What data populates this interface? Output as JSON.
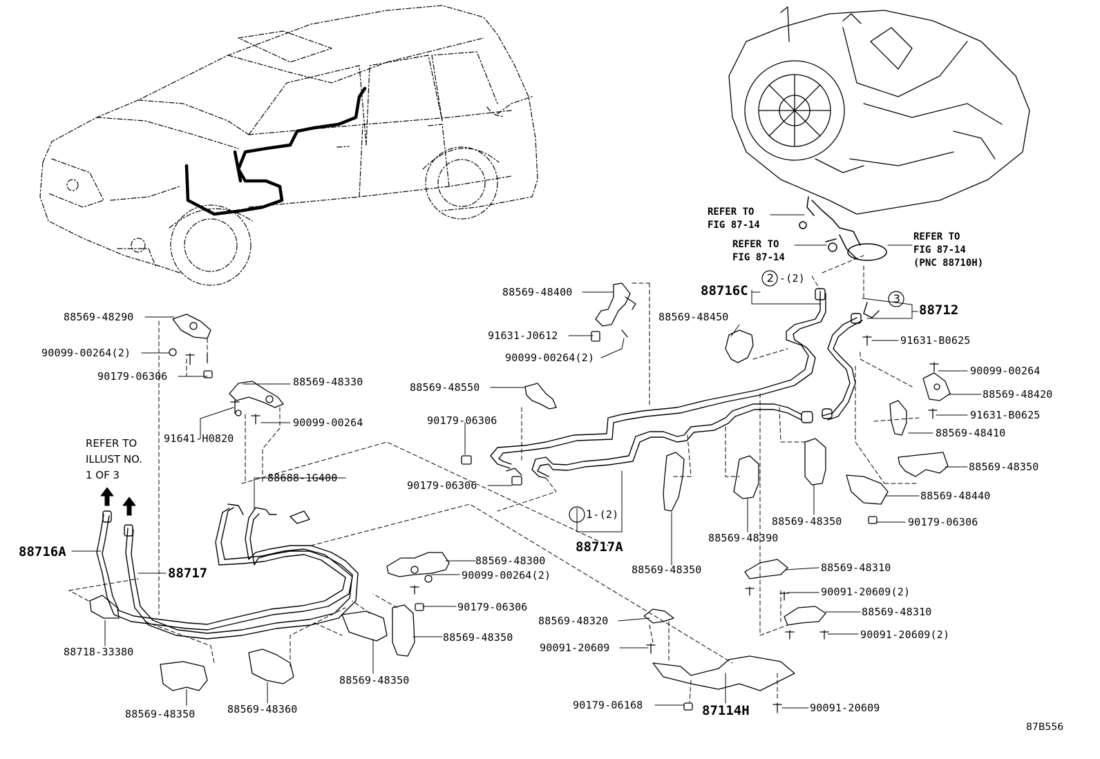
{
  "diagram_code": "87B556",
  "refer_illust": [
    "REFER TO",
    "ILLUST NO.",
    "1 OF 3"
  ],
  "refer_fig": [
    "REFER TO",
    "FIG 87-14"
  ],
  "refer_fig_pnc": [
    "REFER TO",
    "FIG 87-14",
    "(PNC 88710H)"
  ],
  "callouts": {
    "c1_num": "1",
    "c1_qty": "-(2)",
    "c2_num": "2",
    "c2_qty": "-(2)",
    "c3_num": "3"
  },
  "assemblies": {
    "a88716A": "88716A",
    "a88717": "88717",
    "a88717A": "88717A",
    "a88716C": "88716C",
    "a88712": "88712",
    "a87114H": "87114H"
  },
  "parts": {
    "p01": "88569-48290",
    "p02": "90099-00264(2)",
    "p03": "90179-06306",
    "p04": "88569-48330",
    "p05": "91641-H0820",
    "p06": "90099-00264",
    "p07": "88688-1G400",
    "p08": "88569-48400",
    "p09": "91631-J0612",
    "p10": "90099-00264(2)",
    "p11": "88569-48550",
    "p12": "90179-06306",
    "p13": "90179-06306",
    "p14": "88569-48450",
    "p15": "91631-B0625",
    "p16": "90099-00264",
    "p17": "88569-48420",
    "p18": "91631-B0625",
    "p19": "88569-48410",
    "p20": "88569-48350",
    "p21": "88569-48440",
    "p22": "90179-06306",
    "p23": "88569-48350",
    "p24": "88569-48390",
    "p25": "88569-48350",
    "p26": "88569-48300",
    "p27": "90099-00264(2)",
    "p28": "90179-06306",
    "p29": "88569-48350",
    "p30": "88569-48350",
    "p31": "88718-33380",
    "p32": "88569-48350",
    "p33": "88569-48360",
    "p34": "88569-48310",
    "p35": "90091-20609(2)",
    "p36": "88569-48310",
    "p37": "90091-20609(2)",
    "p38": "88569-48320",
    "p39": "90091-20609",
    "p40": "90179-06168",
    "p41": "90091-20609"
  }
}
